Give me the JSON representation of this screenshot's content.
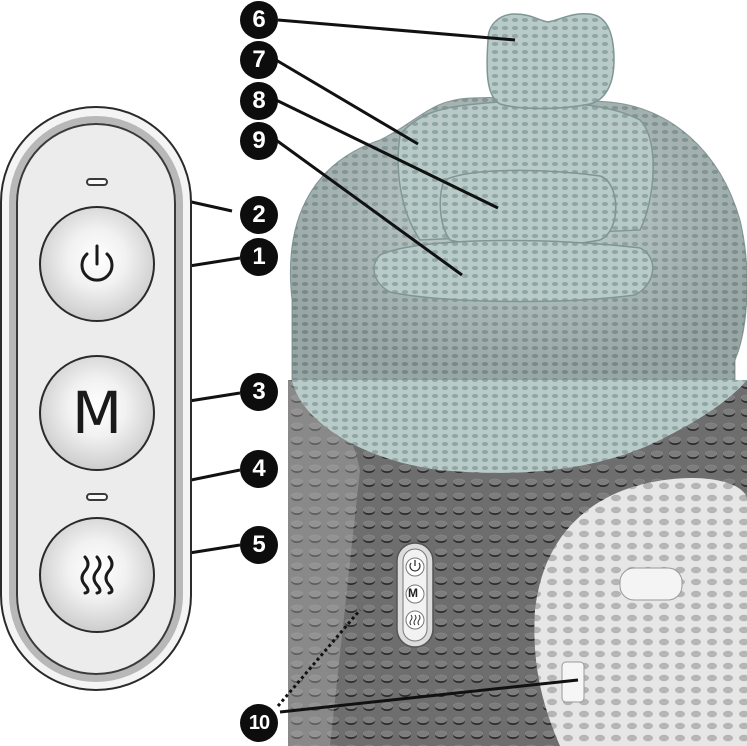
{
  "remote": {
    "buttons": [
      {
        "id": "power",
        "icon": "power-icon"
      },
      {
        "id": "mode",
        "label": "M"
      },
      {
        "id": "heat",
        "icon": "heat-icon"
      }
    ]
  },
  "callouts": [
    "1",
    "2",
    "3",
    "4",
    "5",
    "6",
    "7",
    "8",
    "9",
    "10"
  ],
  "closeup_remote": {
    "label": "M"
  },
  "colors": {
    "fabric": "#b6c8c6",
    "fabric_dark": "#7f9694",
    "closeup_fabric": "#8a8a8a",
    "callout": "#0d0d0d"
  }
}
